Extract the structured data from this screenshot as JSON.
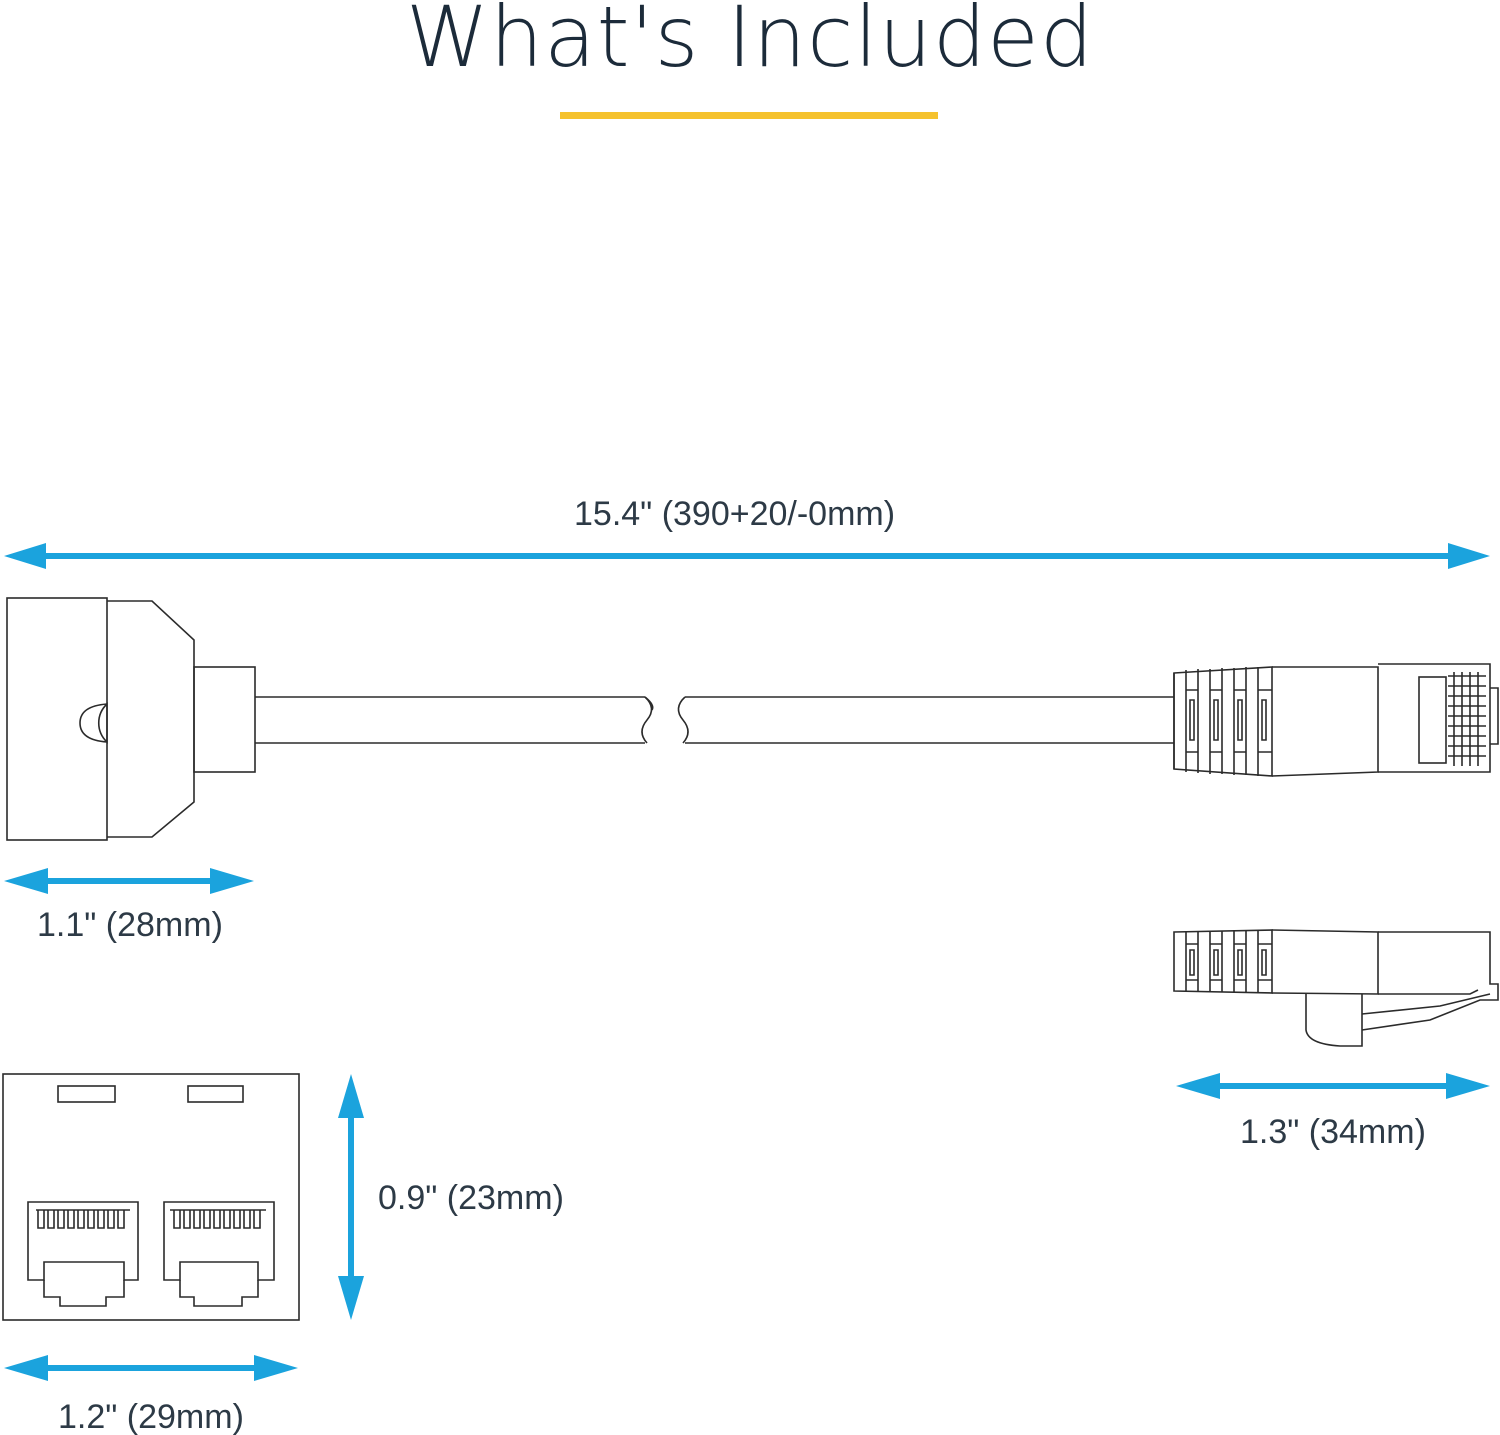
{
  "title": "What's Included",
  "colors": {
    "accent_underline": "#f5c22e",
    "dimension_arrow": "#1ba3dd",
    "line_art": "#2b2b2b",
    "text": "#2d3a46"
  },
  "dimensions": {
    "cable_total_length": "15.4\" (390+20/-0mm)",
    "coupler_length": "1.1\" (28mm)",
    "plug_length": "1.3\" (34mm)",
    "coupler_height": "0.9\" (23mm)",
    "coupler_width": "1.2\" (29mm)"
  }
}
